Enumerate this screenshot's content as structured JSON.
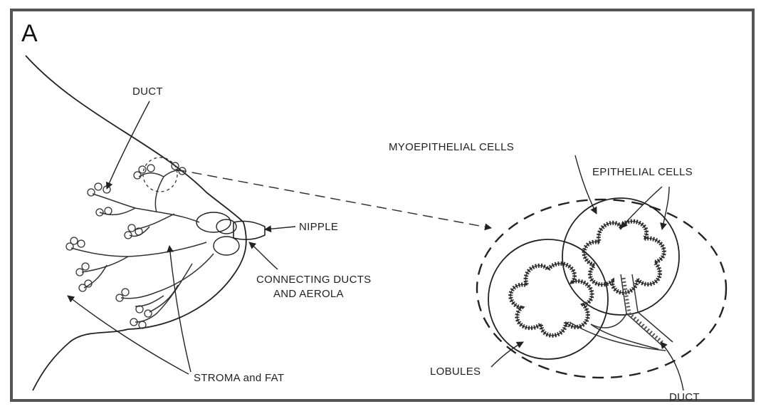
{
  "panel": "A",
  "labels": {
    "duct_top": "DUCT",
    "myoepithelial": "MYOEPITHELIAL CELLS",
    "epithelial": "EPITHELIAL CELLS",
    "nipple": "NIPPLE",
    "connecting_1": "CONNECTING DUCTS",
    "connecting_2": "AND AEROLA",
    "stroma": "STROMA and FAT",
    "lobules": "LOBULES",
    "duct_bottom": "DUCT"
  }
}
